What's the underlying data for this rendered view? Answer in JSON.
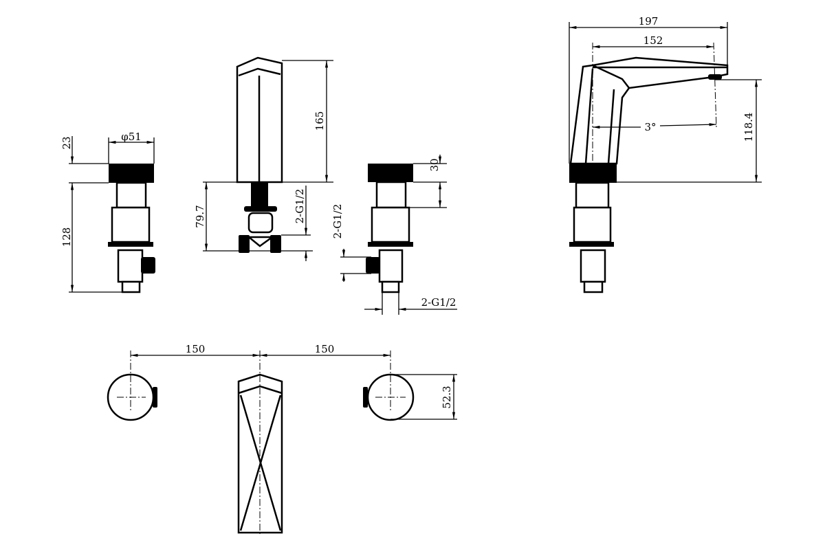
{
  "drawing": {
    "side_valve_left": {
      "diameter": "φ51",
      "knob_height": "23",
      "total_height": "128"
    },
    "spout_front": {
      "height": "165",
      "below_deck": "79.7",
      "thread": "2-G1/2"
    },
    "side_valve_right": {
      "knob_height": "30",
      "thread_vertical": "2-G1/2",
      "thread_horizontal": "2-G1/2"
    },
    "spout_side": {
      "overall_reach": "197",
      "spout_reach": "152",
      "angle": "3°",
      "outlet_height": "118.4"
    },
    "plan": {
      "left_spacing": "150",
      "right_spacing": "150",
      "handle_diameter": "52.3"
    }
  }
}
